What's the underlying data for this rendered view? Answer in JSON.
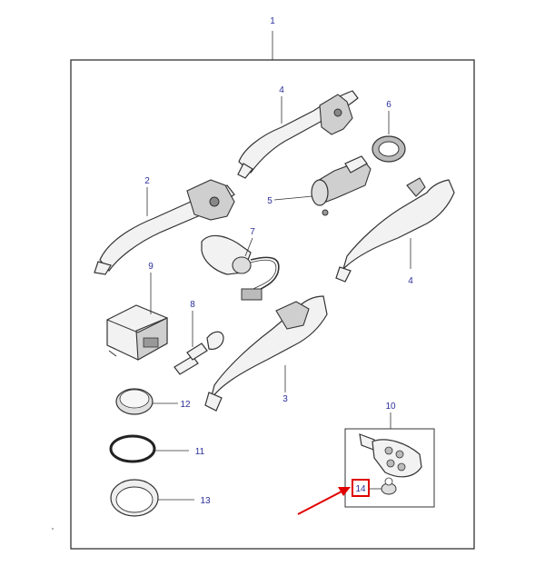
{
  "diagram": {
    "callouts": {
      "c1": "1",
      "c2": "2",
      "c3": "3",
      "c4_top": "4",
      "c4_right": "4",
      "c5": "5",
      "c6": "6",
      "c7": "7",
      "c8": "8",
      "c9": "9",
      "c10": "10",
      "c11": "11",
      "c12": "12",
      "c13": "13",
      "c14": "14"
    },
    "colors": {
      "callout_text": "#2b2f9a",
      "highlight_box": "#e00000",
      "arrow": "#e00000",
      "line": "#333333"
    }
  }
}
